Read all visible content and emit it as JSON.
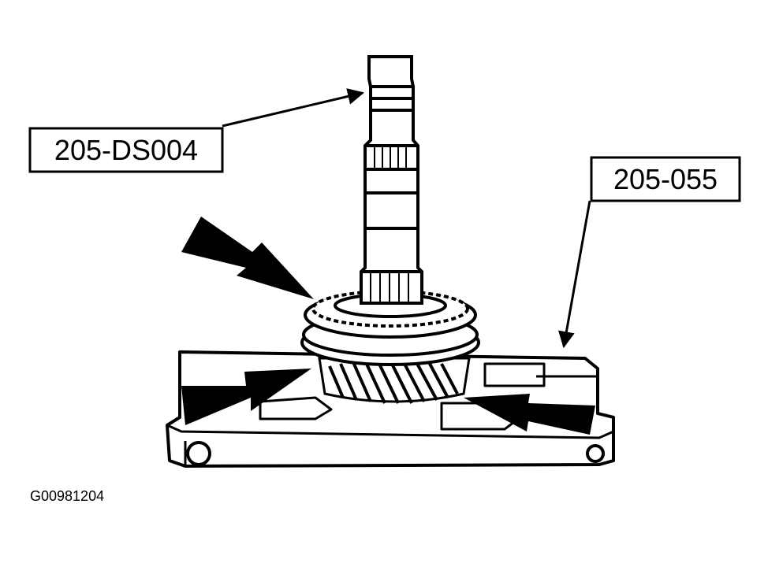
{
  "callouts": {
    "tool_left": "205-DS004",
    "tool_right": "205-055"
  },
  "figure_id": "G00981204",
  "colors": {
    "ink": "#000000",
    "paper": "#ffffff"
  }
}
